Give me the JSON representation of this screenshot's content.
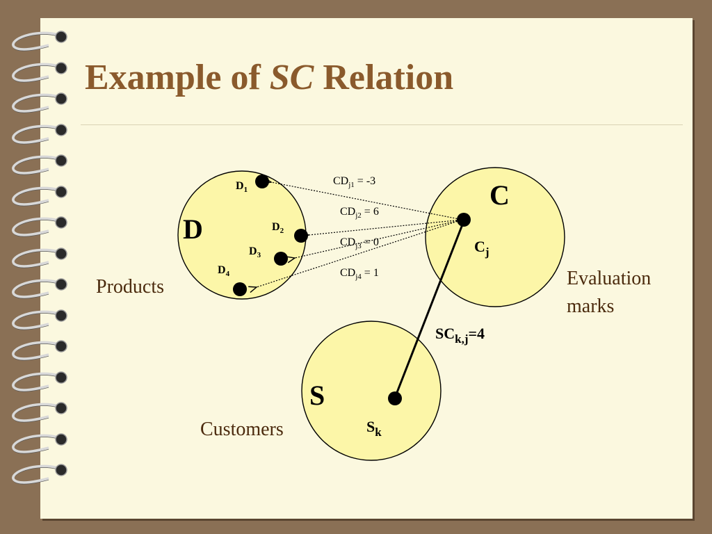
{
  "slide": {
    "title_prefix": "Example of ",
    "title_emph": "SC",
    "title_suffix": " Relation"
  },
  "diagram": {
    "sets": {
      "D": {
        "label": "D",
        "caption": "Products"
      },
      "C": {
        "label": "C",
        "caption_line1": "Evaluation",
        "caption_line2": "marks"
      },
      "S": {
        "label": "S",
        "caption": "Customers"
      }
    },
    "points": {
      "d1": {
        "base": "D",
        "sub": "1"
      },
      "d2": {
        "base": "D",
        "sub": "2"
      },
      "d3": {
        "base": "D",
        "sub": "3"
      },
      "d4": {
        "base": "D",
        "sub": "4"
      },
      "cj": {
        "base": "C",
        "sub": "j"
      },
      "sk": {
        "base": "S",
        "sub": "k"
      }
    },
    "cd_relations": [
      {
        "base": "CD",
        "sub": "j1",
        "value": " = -3"
      },
      {
        "base": "CD",
        "sub": "j2",
        "value": " = 6"
      },
      {
        "base": "CD",
        "sub": "j3",
        "value": " = 0"
      },
      {
        "base": "CD",
        "sub": "j4",
        "value": " = 1"
      }
    ],
    "sc_relation": {
      "base": "SC",
      "sub": "k,j",
      "value": "=4"
    }
  },
  "colors": {
    "circle_fill": "#fcf6a8",
    "title": "#8a5a2c",
    "caption": "#4b2a0d",
    "background": "#8a7055",
    "slide": "#fbf8df"
  }
}
